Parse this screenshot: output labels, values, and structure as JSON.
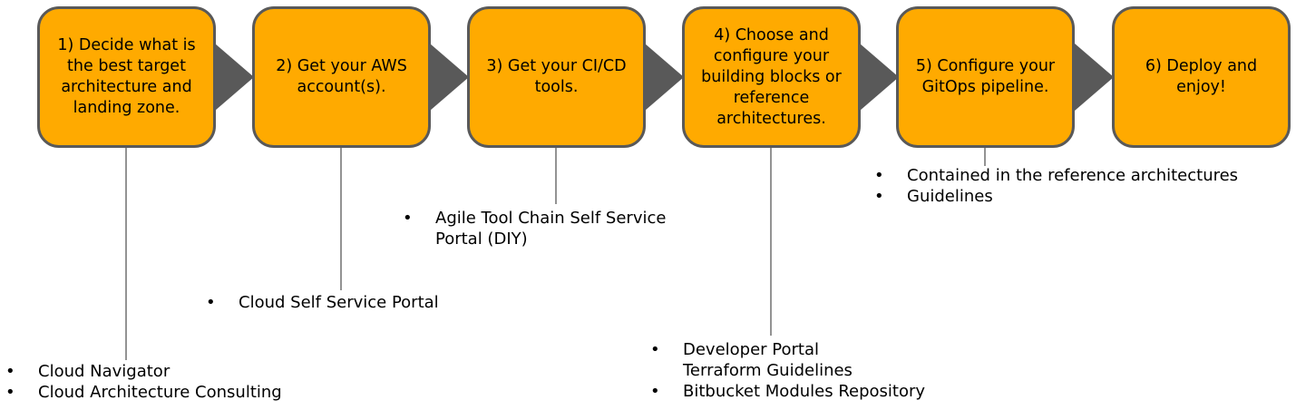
{
  "colors": {
    "box_fill": "#FFAA00",
    "box_border": "#595959",
    "arrow": "#595959",
    "connector": "#595959",
    "text": "#000000"
  },
  "steps": [
    {
      "label": "1) Decide what is the best target architecture and landing zone."
    },
    {
      "label": "2) Get your AWS account(s)."
    },
    {
      "label": "3) Get your CI/CD tools."
    },
    {
      "label": "4) Choose and configure your building blocks or reference architectures."
    },
    {
      "label": "5) Configure your GitOps pipeline."
    },
    {
      "label": "6) Deploy and enjoy!"
    }
  ],
  "notes": [
    {
      "step": 1,
      "items": [
        {
          "text": "Cloud Navigator",
          "bullet": true
        },
        {
          "text": "Cloud Architecture Consulting",
          "bullet": true
        }
      ]
    },
    {
      "step": 2,
      "items": [
        {
          "text": "Cloud Self Service Portal",
          "bullet": true
        }
      ]
    },
    {
      "step": 3,
      "items": [
        {
          "text": "Agile Tool Chain Self Service",
          "bullet": true
        },
        {
          "text": "Portal (DIY)",
          "bullet": false
        }
      ]
    },
    {
      "step": 4,
      "items": [
        {
          "text": "Developer Portal",
          "bullet": true
        },
        {
          "text": "Terraform Guidelines",
          "bullet": false
        },
        {
          "text": "Bitbucket Modules Repository",
          "bullet": true
        }
      ]
    },
    {
      "step": 5,
      "items": [
        {
          "text": "Contained in the reference architectures",
          "bullet": true
        },
        {
          "text": "Guidelines",
          "bullet": true
        }
      ]
    }
  ]
}
